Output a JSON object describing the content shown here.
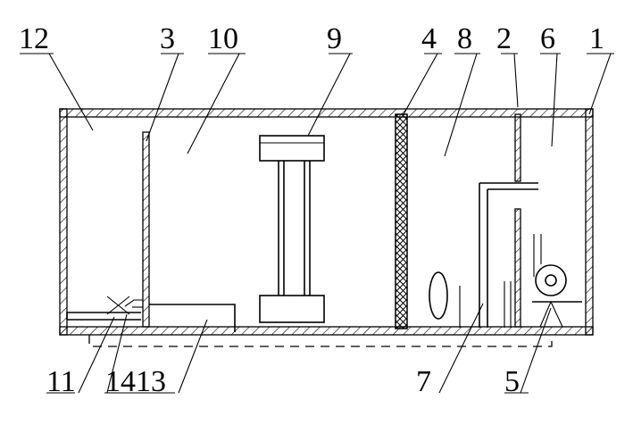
{
  "labels": {
    "l1": "1",
    "l2": "2",
    "l3": "3",
    "l4": "4",
    "l5": "5",
    "l6": "6",
    "l7": "7",
    "l8": "8",
    "l9": "9",
    "l10": "10",
    "l11": "11",
    "l12": "12",
    "l14_13": "1413"
  }
}
